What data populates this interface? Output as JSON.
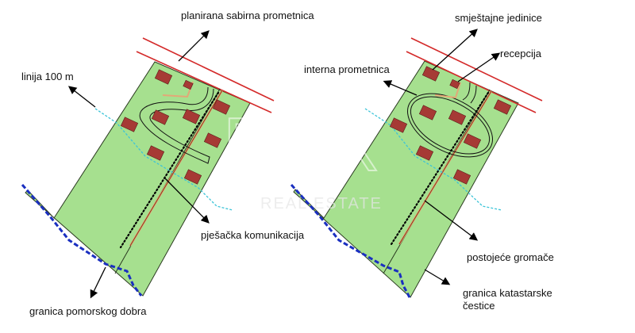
{
  "labels": {
    "planirana": "planirana sabirna prometnica",
    "linija": "linija 100 m",
    "pjesacka": "pješačka komunikacija",
    "pomorsko": "granica pomorskog dobra",
    "smjestajne": "smještajne jedinice",
    "recepcija": "recepcija",
    "interna": "interna prometnica",
    "gromace": "postojeće gromače",
    "katastar_line1": "granica katastarske",
    "katastar_line2": "čestice"
  },
  "watermark": {
    "brand": "DUX",
    "sub": "REAL ESTATE"
  },
  "colors": {
    "parcel": "#a6e08f",
    "building": "#a63a35",
    "road": "#d42a2a",
    "coast": "#1a2fc0",
    "line100": "#3cc4d8",
    "gromace": "#8a3a1a",
    "path": "#e3a877"
  }
}
